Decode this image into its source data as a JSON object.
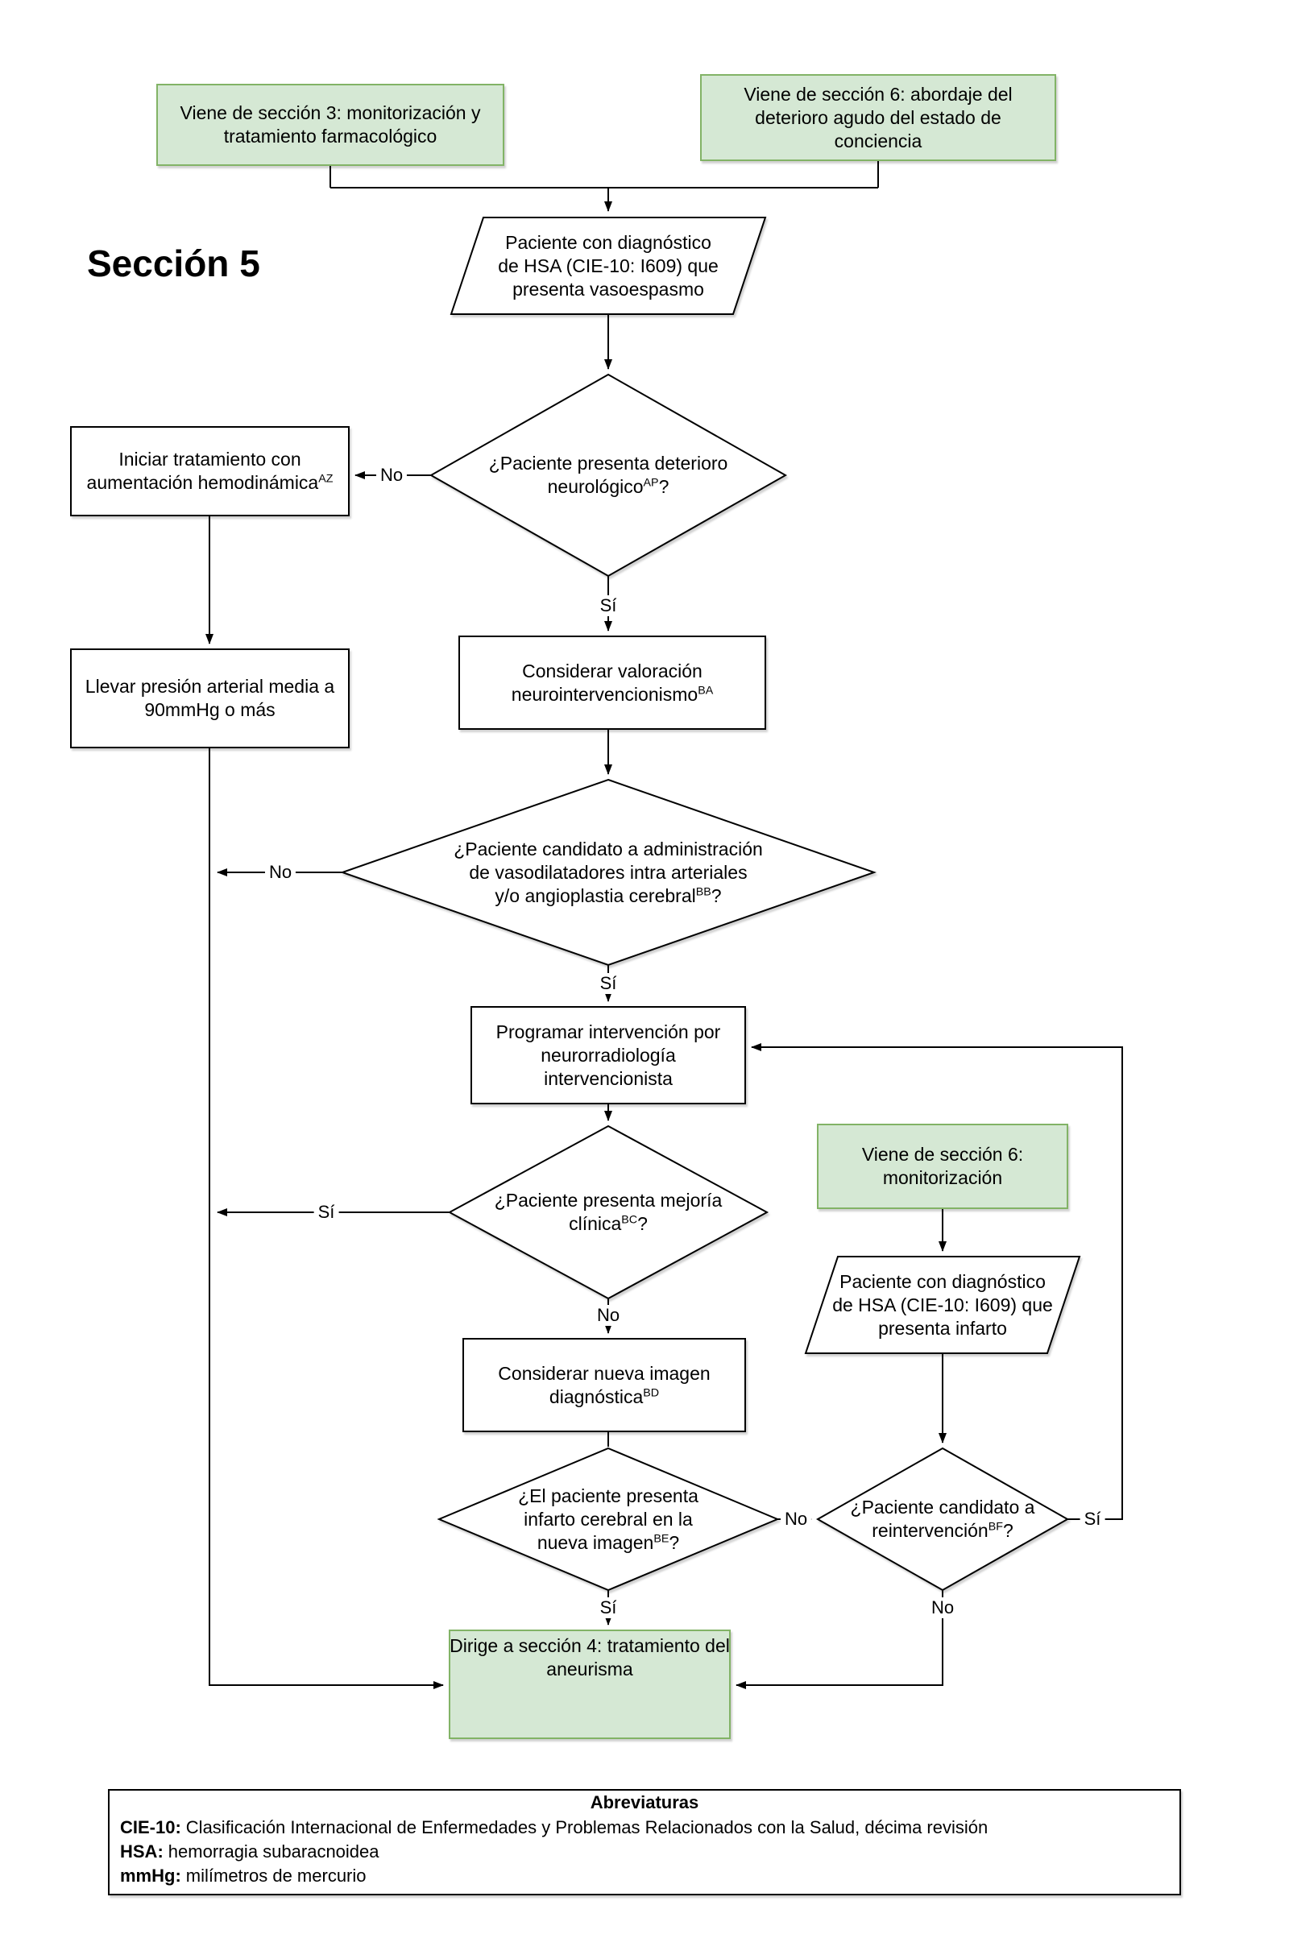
{
  "page": {
    "title": "Sección 5"
  },
  "colors": {
    "background": "#ffffff",
    "green_fill": "#d5e8d4",
    "green_border": "#82b366",
    "node_fill": "#ffffff",
    "node_border": "#000000",
    "line": "#000000"
  },
  "nodes": {
    "from_section3": {
      "lines": [
        "Viene de sección 3: monitorización y",
        "tratamiento farmacológico"
      ]
    },
    "from_section6_deterioro": {
      "lines": [
        "Viene de sección 6: abordaje del",
        "deterioro agudo del estado de",
        "conciencia"
      ]
    },
    "patient_vasospasm": {
      "lines": [
        "Paciente con diagnóstico",
        "de HSA (CIE-10: I609) que",
        "presenta vasoespasmo"
      ]
    },
    "q_deterioro_neurologico": {
      "lines": [
        "¿Paciente presenta deterioro",
        "neurológico^AP^?"
      ]
    },
    "iniciar_aumentacion": {
      "lines": [
        "Iniciar tratamiento con",
        "aumentación hemodinámica^AZ^"
      ]
    },
    "llevar_presion": {
      "lines": [
        "Llevar presión arterial media a",
        "90mmHg o más"
      ]
    },
    "considerar_valoracion": {
      "lines": [
        "Considerar valoración",
        "neurointervencionismo^BA^"
      ]
    },
    "q_vasodilatadores": {
      "lines": [
        "¿Paciente candidato a administración",
        "de vasodilatadores intra arteriales",
        "y/o angioplastia cerebral^BB^?"
      ]
    },
    "programar_intervencion": {
      "lines": [
        "Programar intervención por",
        "neurorradiología",
        "intervencionista"
      ]
    },
    "q_mejoria_clinica": {
      "lines": [
        "¿Paciente presenta mejoría",
        "clínica^BC^?"
      ]
    },
    "from_section6_monitorizacion": {
      "lines": [
        "Viene de sección 6:",
        "monitorización"
      ]
    },
    "considerar_imagen": {
      "lines": [
        "Considerar nueva imagen",
        "diagnóstica^BD^"
      ]
    },
    "patient_infarto": {
      "lines": [
        "Paciente con diagnóstico",
        "de HSA (CIE-10: I609) que",
        "presenta infarto"
      ]
    },
    "q_infarto_imagen": {
      "lines": [
        "¿El paciente presenta",
        "infarto cerebral en la",
        "nueva imagen^BE^?"
      ]
    },
    "q_reintervencion": {
      "lines": [
        "¿Paciente candidato a",
        "reintervención^BF^?"
      ]
    },
    "dirige_seccion4": {
      "lines": [
        "Dirige a sección 4: tratamiento del",
        "aneurisma"
      ]
    }
  },
  "edge_labels": {
    "d1_no": "No",
    "d1_yes": "Sí",
    "d2_no": "No",
    "d2_yes": "Sí",
    "d3_yes": "Sí",
    "d3_no": "No",
    "d4_no": "No",
    "d4_yes": "Sí",
    "d5_yes": "Sí",
    "d5_no": "No"
  },
  "abbreviations": {
    "title": "Abreviaturas",
    "items": [
      {
        "term": "CIE-10:",
        "definition": "Clasificación Internacional de Enfermedades y Problemas Relacionados con la Salud, décima revisión"
      },
      {
        "term": "HSA:",
        "definition": "hemorragia subaracnoidea"
      },
      {
        "term": "mmHg:",
        "definition": "milímetros de mercurio"
      }
    ]
  }
}
